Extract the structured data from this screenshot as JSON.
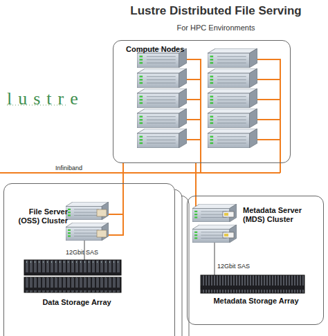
{
  "diagram": {
    "title": "Lustre Distributed File Serving",
    "caption": "For HPC Environments",
    "nodes": [
      {
        "text": [
          "Compute Nodes"
        ]
      },
      {
        "text": [
          "File Server (OSS) Cluster",
          "Data Storage Array"
        ]
      },
      {
        "text": [
          "Metadata Server (MDS) Cluster",
          "Metadata Storage Array"
        ]
      }
    ],
    "edges": [
      {
        "from": 0,
        "to": 1,
        "arrow": "none"
      },
      {
        "from": 0,
        "to": 2,
        "arrow": "none"
      }
    ],
    "labels": [
      "lustre",
      "Infiniband",
      "12Gbit SAS",
      "12Gbit SAS"
    ]
  }
}
